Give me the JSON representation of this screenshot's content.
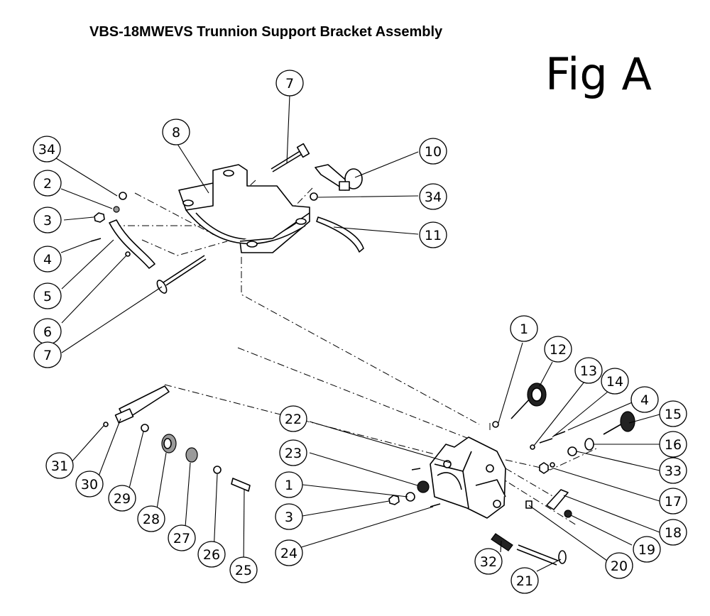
{
  "title": "VBS-18MWEVS Trunnion Support Bracket Assembly",
  "figure_label": "Fig A",
  "callouts": [
    {
      "label": "7"
    },
    {
      "label": "8"
    },
    {
      "label": "34"
    },
    {
      "label": "2"
    },
    {
      "label": "3"
    },
    {
      "label": "4"
    },
    {
      "label": "5"
    },
    {
      "label": "6"
    },
    {
      "label": "7"
    },
    {
      "label": "10"
    },
    {
      "label": "34"
    },
    {
      "label": "11"
    },
    {
      "label": "1"
    },
    {
      "label": "12"
    },
    {
      "label": "13"
    },
    {
      "label": "14"
    },
    {
      "label": "4"
    },
    {
      "label": "15"
    },
    {
      "label": "16"
    },
    {
      "label": "33"
    },
    {
      "label": "17"
    },
    {
      "label": "18"
    },
    {
      "label": "19"
    },
    {
      "label": "20"
    },
    {
      "label": "21"
    },
    {
      "label": "32"
    },
    {
      "label": "22"
    },
    {
      "label": "23"
    },
    {
      "label": "1"
    },
    {
      "label": "3"
    },
    {
      "label": "24"
    },
    {
      "label": "31"
    },
    {
      "label": "30"
    },
    {
      "label": "29"
    },
    {
      "label": "28"
    },
    {
      "label": "27"
    },
    {
      "label": "26"
    },
    {
      "label": "25"
    }
  ]
}
